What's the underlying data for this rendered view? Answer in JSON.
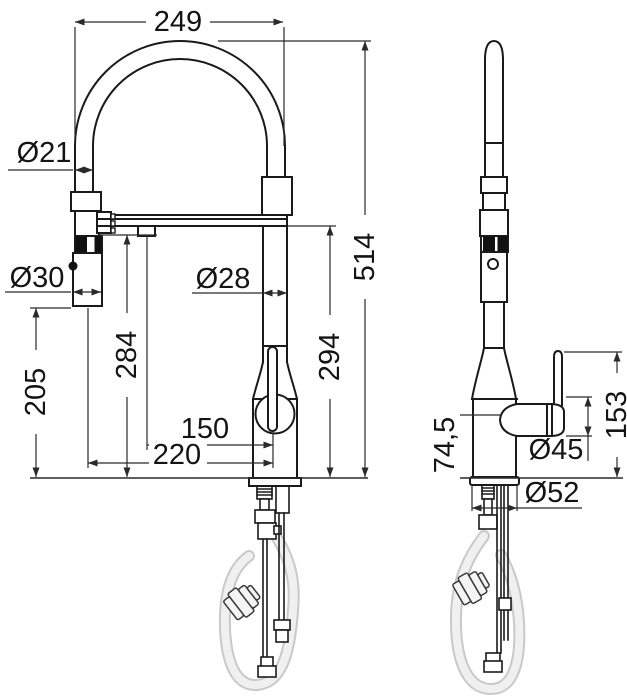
{
  "drawing": {
    "type": "faucet-technical-drawing",
    "views": [
      "front",
      "side"
    ],
    "colors": {
      "line": "#1a1a1a",
      "dimension_line": "#2a2a2a",
      "hose_gray": "#c9c9c9",
      "background": "#ffffff"
    },
    "dims": {
      "arc_width": "249",
      "hose_dia": "Ø21",
      "head_dia": "Ø30",
      "head_height": "205",
      "outlet_height": "284",
      "column_dia": "Ø28",
      "spout_height": "294",
      "total_height": "514",
      "dock_offset": "150",
      "reach": "220",
      "body_height": "74,5",
      "handle_height": "153",
      "body_dia": "Ø45",
      "base_dia": "Ø52"
    }
  }
}
